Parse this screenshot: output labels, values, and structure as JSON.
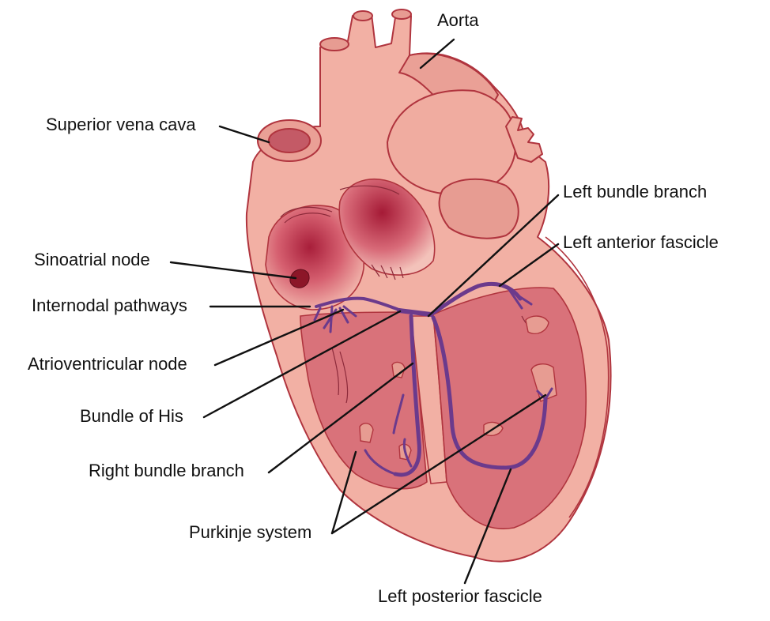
{
  "labels": {
    "aorta": "Aorta",
    "superior_vena_cava": "Superior vena cava",
    "left_bundle_branch": "Left bundle branch",
    "left_anterior_fascicle": "Left anterior fascicle",
    "sinoatrial_node": "Sinoatrial node",
    "internodal_pathways": "Internodal pathways",
    "atrioventricular_node": "Atrioventricular node",
    "bundle_of_his": "Bundle of His",
    "right_bundle_branch": "Right bundle branch",
    "purkinje_system": "Purkinje system",
    "left_posterior_fascicle": "Left posterior fascicle"
  },
  "colors": {
    "heart_outer": "#f2b0a4",
    "heart_outline": "#b0343e",
    "chamber_fill": "#d9727a",
    "chamber_dark": "#c44e5c",
    "conduction": "#6b3a8c",
    "node_dark": "#8c1628",
    "leader_line": "#111111"
  }
}
